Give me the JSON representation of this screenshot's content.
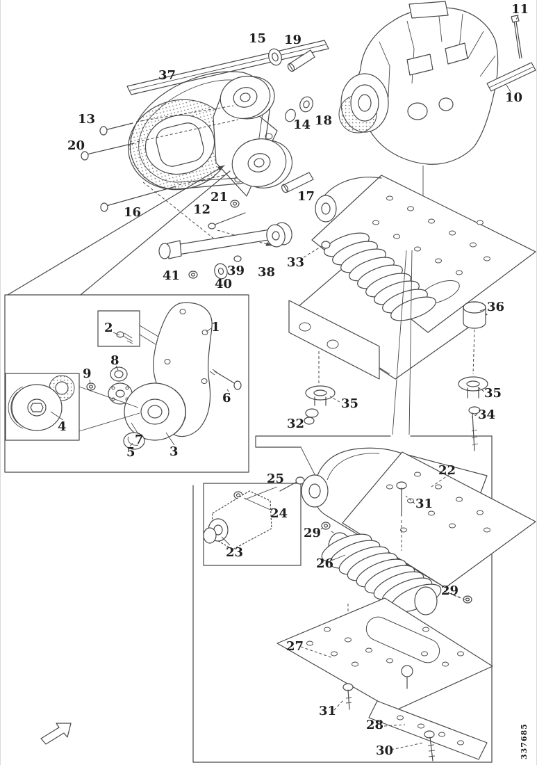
{
  "document": {
    "drawing_number": "337685"
  },
  "colors": {
    "ink": "#474747",
    "background": "#ffffff"
  },
  "icons": {
    "direction_arrow": "ne-outline-arrow"
  },
  "callouts": {
    "n15": "15",
    "n19": "19",
    "n11": "11",
    "n10": "10",
    "n37": "37",
    "n13": "13",
    "n20": "20",
    "n14": "14",
    "n18": "18",
    "n16": "16",
    "n21": "21",
    "n12": "12",
    "n17": "17",
    "n41": "41",
    "n40": "40",
    "n39": "39",
    "n38": "38",
    "n33": "33",
    "n36": "36",
    "n35a": "35",
    "n32": "32",
    "n35b": "35",
    "n34": "34",
    "n2": "2",
    "n1": "1",
    "n8": "8",
    "n9": "9",
    "n4": "4",
    "n7": "7",
    "n5": "5",
    "n3": "3",
    "n6": "6",
    "n22": "22",
    "n25": "25",
    "n24": "24",
    "n23": "23",
    "n31a": "31",
    "n29a": "29",
    "n26": "26",
    "n29b": "29",
    "n27": "27",
    "n31b": "31",
    "n28": "28",
    "n30": "30"
  }
}
